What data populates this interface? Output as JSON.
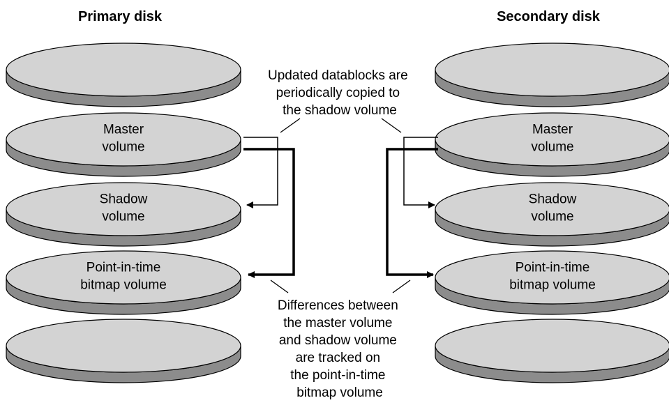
{
  "colors": {
    "disk_top": "#d3d3d3",
    "disk_side": "#8c8c8c",
    "disk_outline": "#000000",
    "line": "#000000"
  },
  "primary": {
    "title": "Primary disk",
    "platters": [
      {
        "name": "platter-top",
        "lines": []
      },
      {
        "name": "master-volume",
        "lines": [
          "Master",
          "volume"
        ]
      },
      {
        "name": "shadow-volume",
        "lines": [
          "Shadow",
          "volume"
        ]
      },
      {
        "name": "bitmap-volume",
        "lines": [
          "Point-in-time",
          "bitmap volume"
        ]
      },
      {
        "name": "platter-bottom",
        "lines": []
      }
    ]
  },
  "secondary": {
    "title": "Secondary disk",
    "platters": [
      {
        "name": "platter-top",
        "lines": []
      },
      {
        "name": "master-volume",
        "lines": [
          "Master",
          "volume"
        ]
      },
      {
        "name": "shadow-volume",
        "lines": [
          "Shadow",
          "volume"
        ]
      },
      {
        "name": "bitmap-volume",
        "lines": [
          "Point-in-time",
          "bitmap volume"
        ]
      },
      {
        "name": "platter-bottom",
        "lines": []
      }
    ]
  },
  "annotation_top": [
    "Updated datablocks are",
    "periodically copied to",
    "the shadow volume"
  ],
  "annotation_bottom": [
    "Differences between",
    "the master volume",
    "and shadow volume",
    "are tracked on",
    "the point-in-time",
    "bitmap volume"
  ]
}
